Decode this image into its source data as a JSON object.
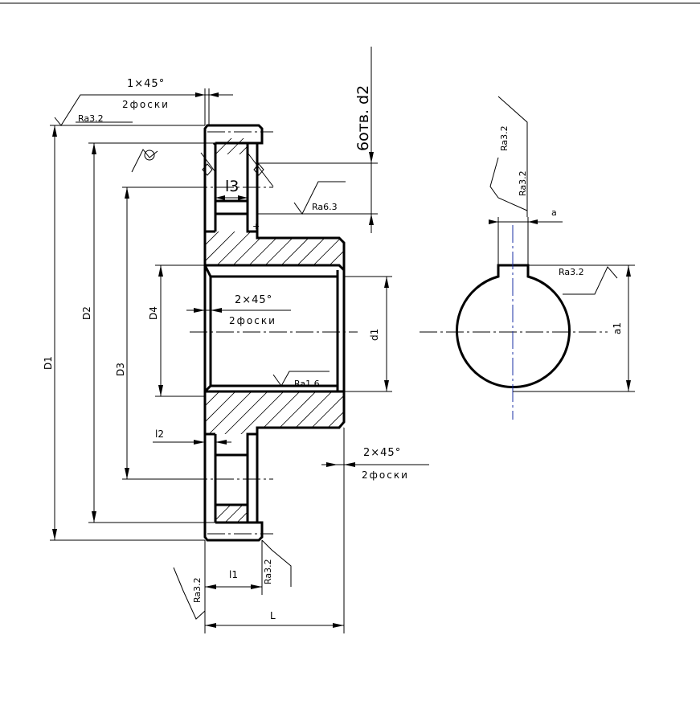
{
  "dimensions": {
    "D1": "D1",
    "D2": "D2",
    "D3": "D3",
    "D4": "D4",
    "d1": "d1",
    "L": "L",
    "l1": "l1",
    "l2": "l2",
    "l3": "l3",
    "a": "a",
    "a1": "a1"
  },
  "roughness": {
    "top_left": "Ra3.2",
    "bore": "Ra1.6",
    "holes": "Ra6.3",
    "bottom_left": "Ra3.2",
    "bottom_right": "Ra3.2",
    "key_side_1": "Ra3.2",
    "key_side_2": "Ra3.2",
    "key_bottom": "Ra3.2"
  },
  "notes": {
    "chamfer_top_size": "1×45°",
    "chamfer_top_count": "2фоски",
    "chamfer_bore_size": "2×45°",
    "chamfer_bore_count": "2фоски",
    "chamfer_hub_size": "2×45°",
    "chamfer_hub_count": "2фоски",
    "holes": "6отв. d2"
  }
}
